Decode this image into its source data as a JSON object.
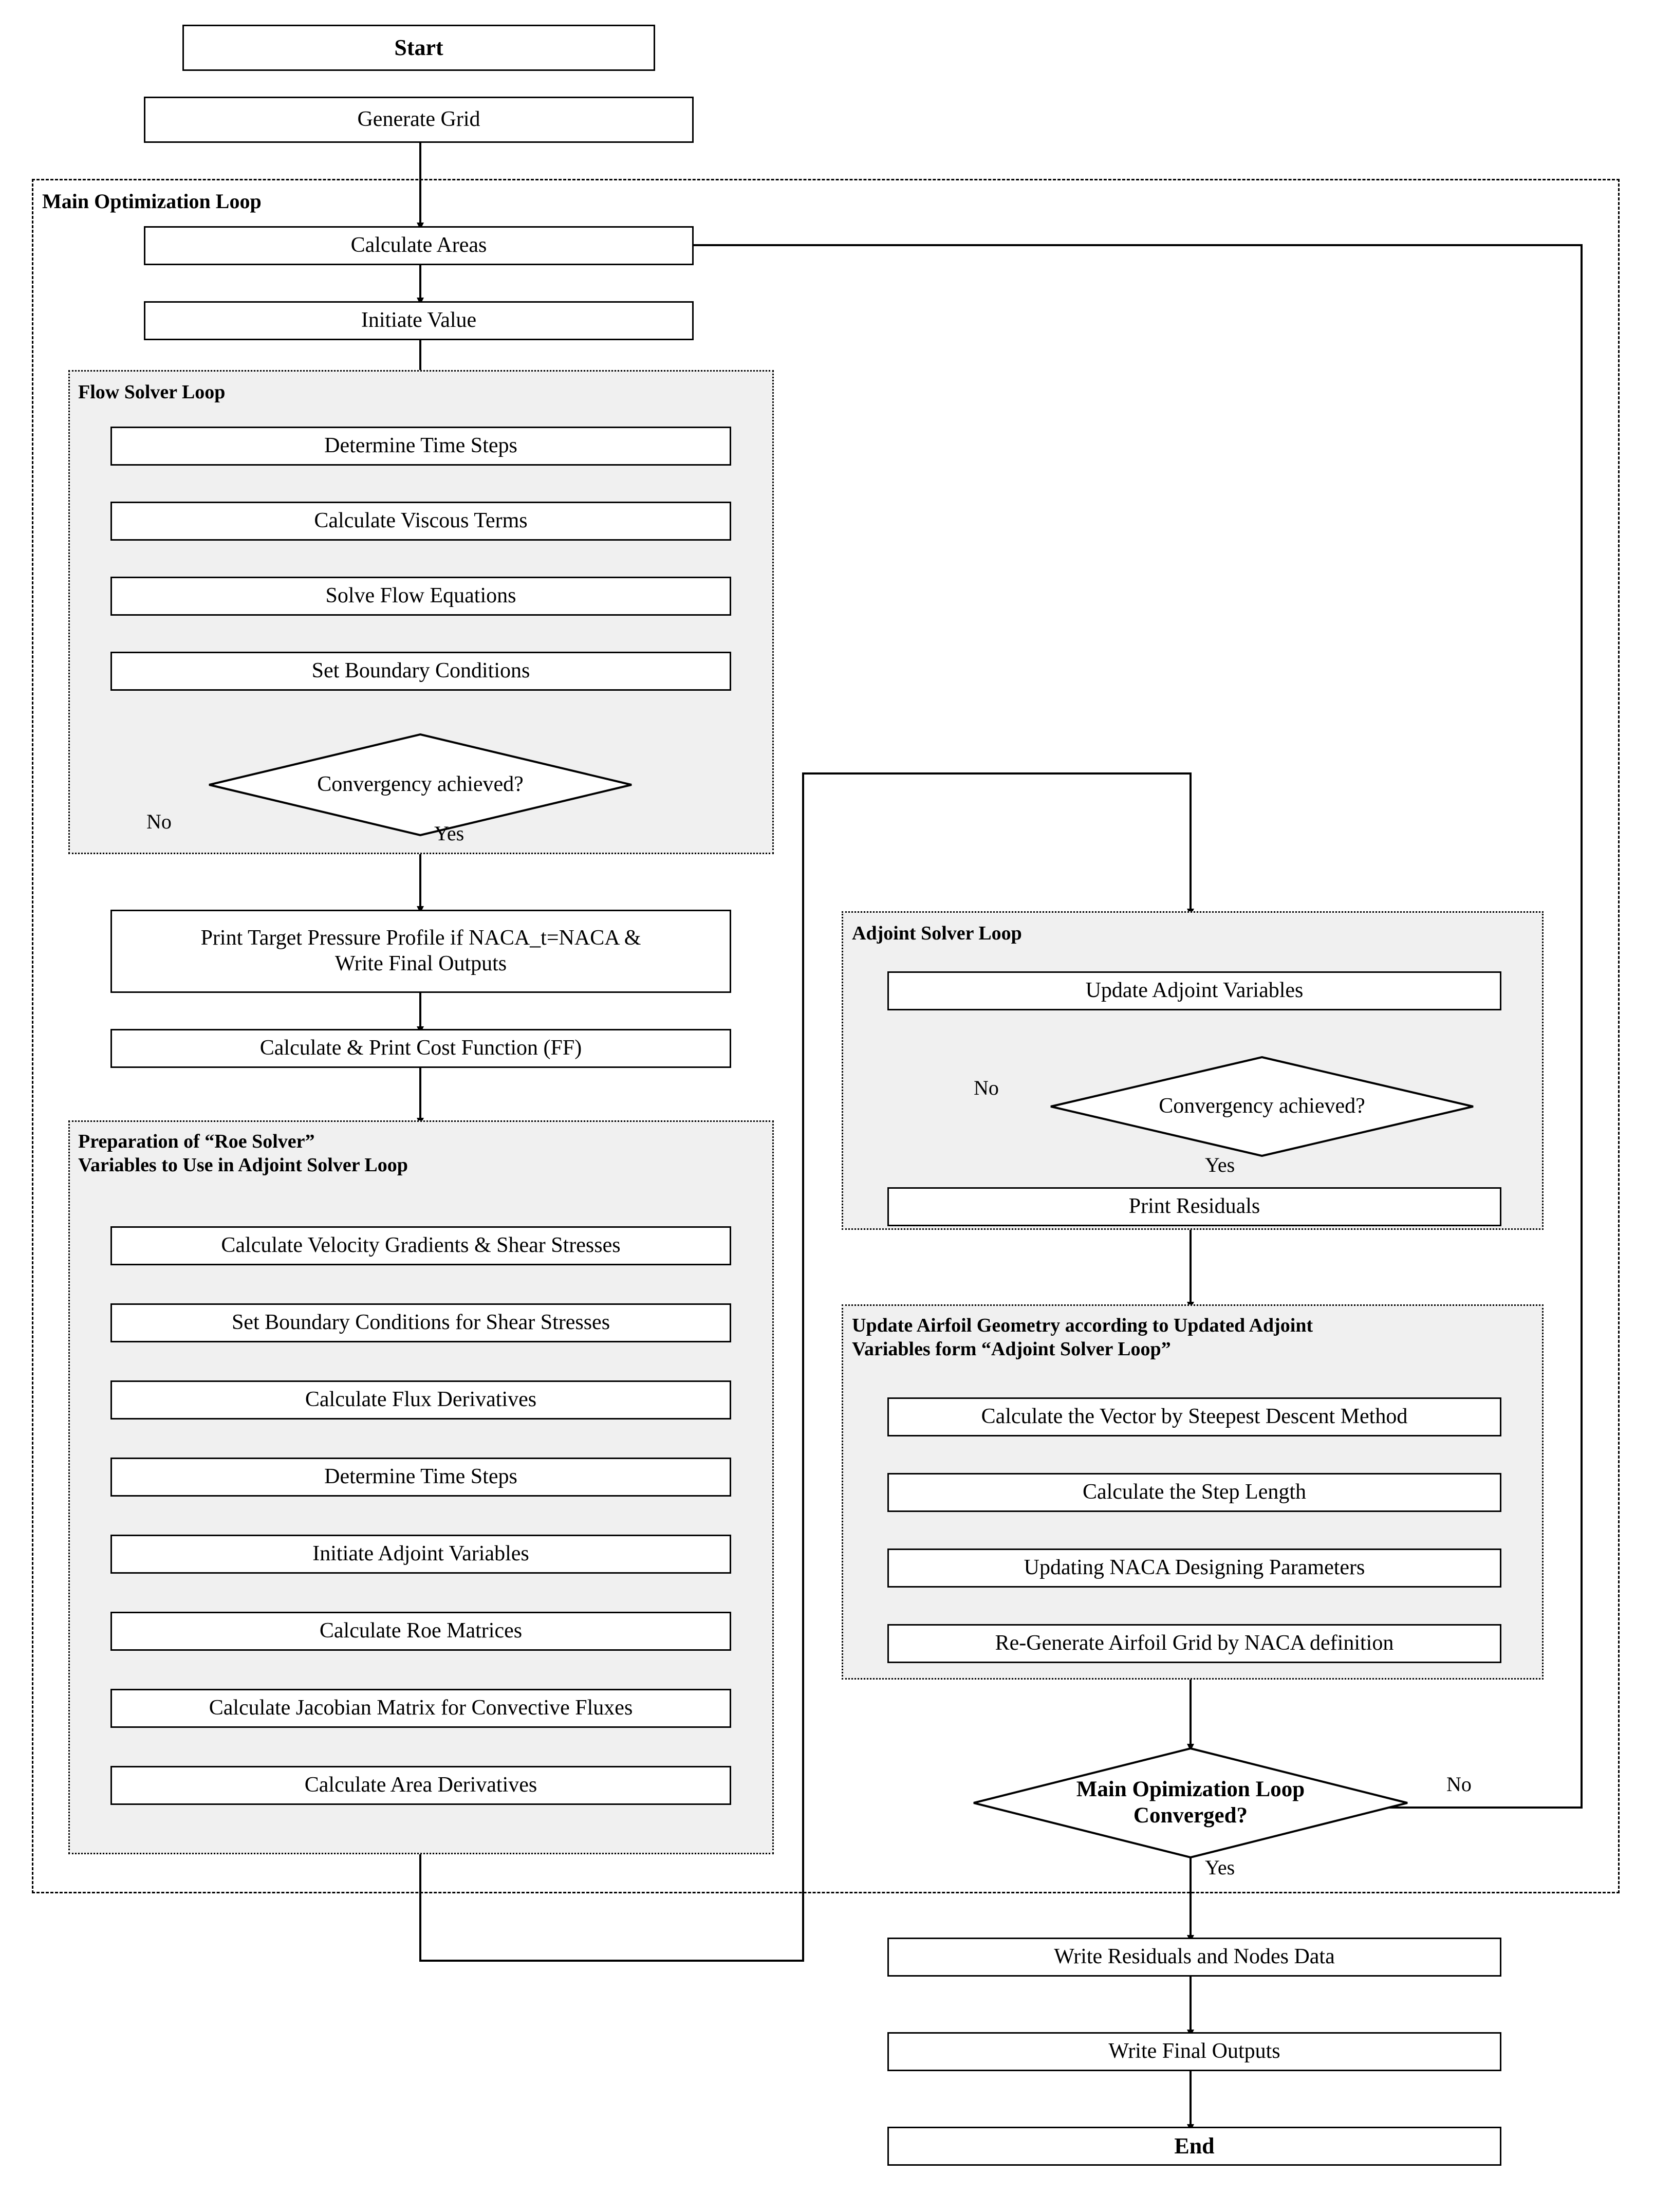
{
  "diagram": {
    "title": "CFD Adjoint-Based Airfoil Optimization Flowchart",
    "colors": {
      "panel_fill": "#f0f0f0",
      "node_fill": "#ffffff",
      "stroke": "#000000"
    }
  },
  "groups": {
    "main_loop": {
      "label": "Main Optimization Loop",
      "style": "dashed"
    },
    "flow_solver": {
      "label": "Flow Solver Loop",
      "style": "dotted-shaded"
    },
    "roe_prep": {
      "label": "Preparation of “Roe Solver”\nVariables to Use in Adjoint Solver Loop",
      "style": "dotted-shaded"
    },
    "adjoint_solver": {
      "label": "Adjoint Solver Loop",
      "style": "dotted-shaded"
    },
    "update_geometry": {
      "label": "Update Airfoil Geometry according to Updated Adjoint\nVariables form “Adjoint Solver Loop”",
      "style": "dotted-shaded"
    }
  },
  "nodes": {
    "start": "Start",
    "generate_grid": "Generate Grid",
    "calculate_areas": "Calculate Areas",
    "initiate_value": "Initiate Value",
    "determine_time_steps_flow": "Determine Time Steps",
    "calculate_viscous_terms": "Calculate Viscous Terms",
    "solve_flow_equations": "Solve Flow Equations",
    "set_boundary_conditions": "Set Boundary Conditions",
    "flow_convergency": "Convergency achieved?",
    "print_target_pressure": "Print Target Pressure Profile if NACA_t=NACA &\nWrite Final Outputs",
    "cost_function": "Calculate & Print Cost Function (FF)",
    "velocity_gradients": "Calculate Velocity Gradients & Shear Stresses",
    "bc_shear_stresses": "Set Boundary Conditions for Shear Stresses",
    "flux_derivatives": "Calculate Flux Derivatives",
    "determine_time_steps_roe": "Determine Time Steps",
    "initiate_adjoint_variables": "Initiate Adjoint Variables",
    "roe_matrices": "Calculate Roe Matrices",
    "jacobian_matrix": "Calculate Jacobian Matrix for Convective Fluxes",
    "area_derivatives": "Calculate Area Derivatives",
    "update_adjoint_variables": "Update Adjoint Variables",
    "adjoint_convergency": "Convergency achieved?",
    "print_residuals": "Print Residuals",
    "steepest_descent": "Calculate the Vector by Steepest Descent Method",
    "step_length": "Calculate the Step Length",
    "naca_parameters": "Updating NACA Designing Parameters",
    "regenerate_grid": "Re-Generate Airfoil Grid by NACA definition",
    "main_converged": "Main Opimization Loop\nConverged?",
    "write_residuals_nodes": "Write Residuals and Nodes Data",
    "write_final_outputs": "Write Final Outputs",
    "end": "End"
  },
  "edge_labels": {
    "flow_no": "No",
    "flow_yes": "Yes",
    "adjoint_no": "No",
    "adjoint_yes": "Yes",
    "main_no": "No",
    "main_yes": "Yes"
  }
}
